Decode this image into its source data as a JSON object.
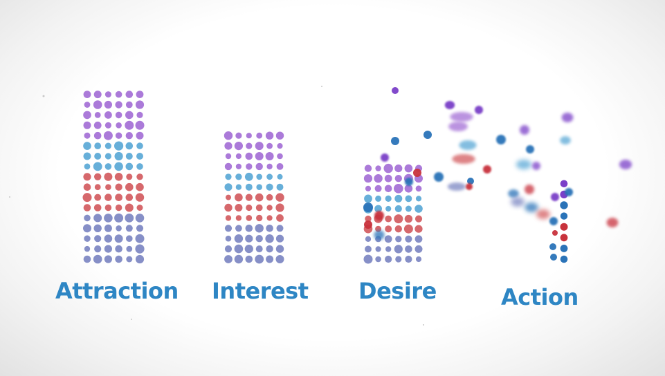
{
  "colors": {
    "purple": "#a46fd6",
    "cyan": "#5aa8d6",
    "red": "#d35b5f",
    "slate": "#7c86c2",
    "label": "#2e86c4",
    "stray_purple": "#7a3fc8",
    "stray_blue": "#2a73b8",
    "stray_red": "#c8323c",
    "background_edge": "#e2e2e2"
  },
  "stages": [
    {
      "label": "Attraction",
      "segments": [
        {
          "color": "purple",
          "rows": 5
        },
        {
          "color": "cyan",
          "rows": 3
        },
        {
          "color": "red",
          "rows": 4
        },
        {
          "color": "slate",
          "rows": 5
        }
      ]
    },
    {
      "label": "Interest",
      "segments": [
        {
          "color": "purple",
          "rows": 4
        },
        {
          "color": "cyan",
          "rows": 2
        },
        {
          "color": "red",
          "rows": 3
        },
        {
          "color": "slate",
          "rows": 4
        }
      ]
    },
    {
      "label": "Desire",
      "segments": [
        {
          "color": "purple",
          "rows": 3
        },
        {
          "color": "cyan",
          "rows": 2
        },
        {
          "color": "red",
          "rows": 2
        },
        {
          "color": "slate",
          "rows": 3
        }
      ]
    },
    {
      "label": "Action",
      "segments": [
        {
          "color": "purple",
          "rows": 2
        },
        {
          "color": "blue",
          "rows": 2
        },
        {
          "color": "red",
          "rows": 2
        },
        {
          "color": "blue",
          "rows": 2
        }
      ]
    }
  ]
}
